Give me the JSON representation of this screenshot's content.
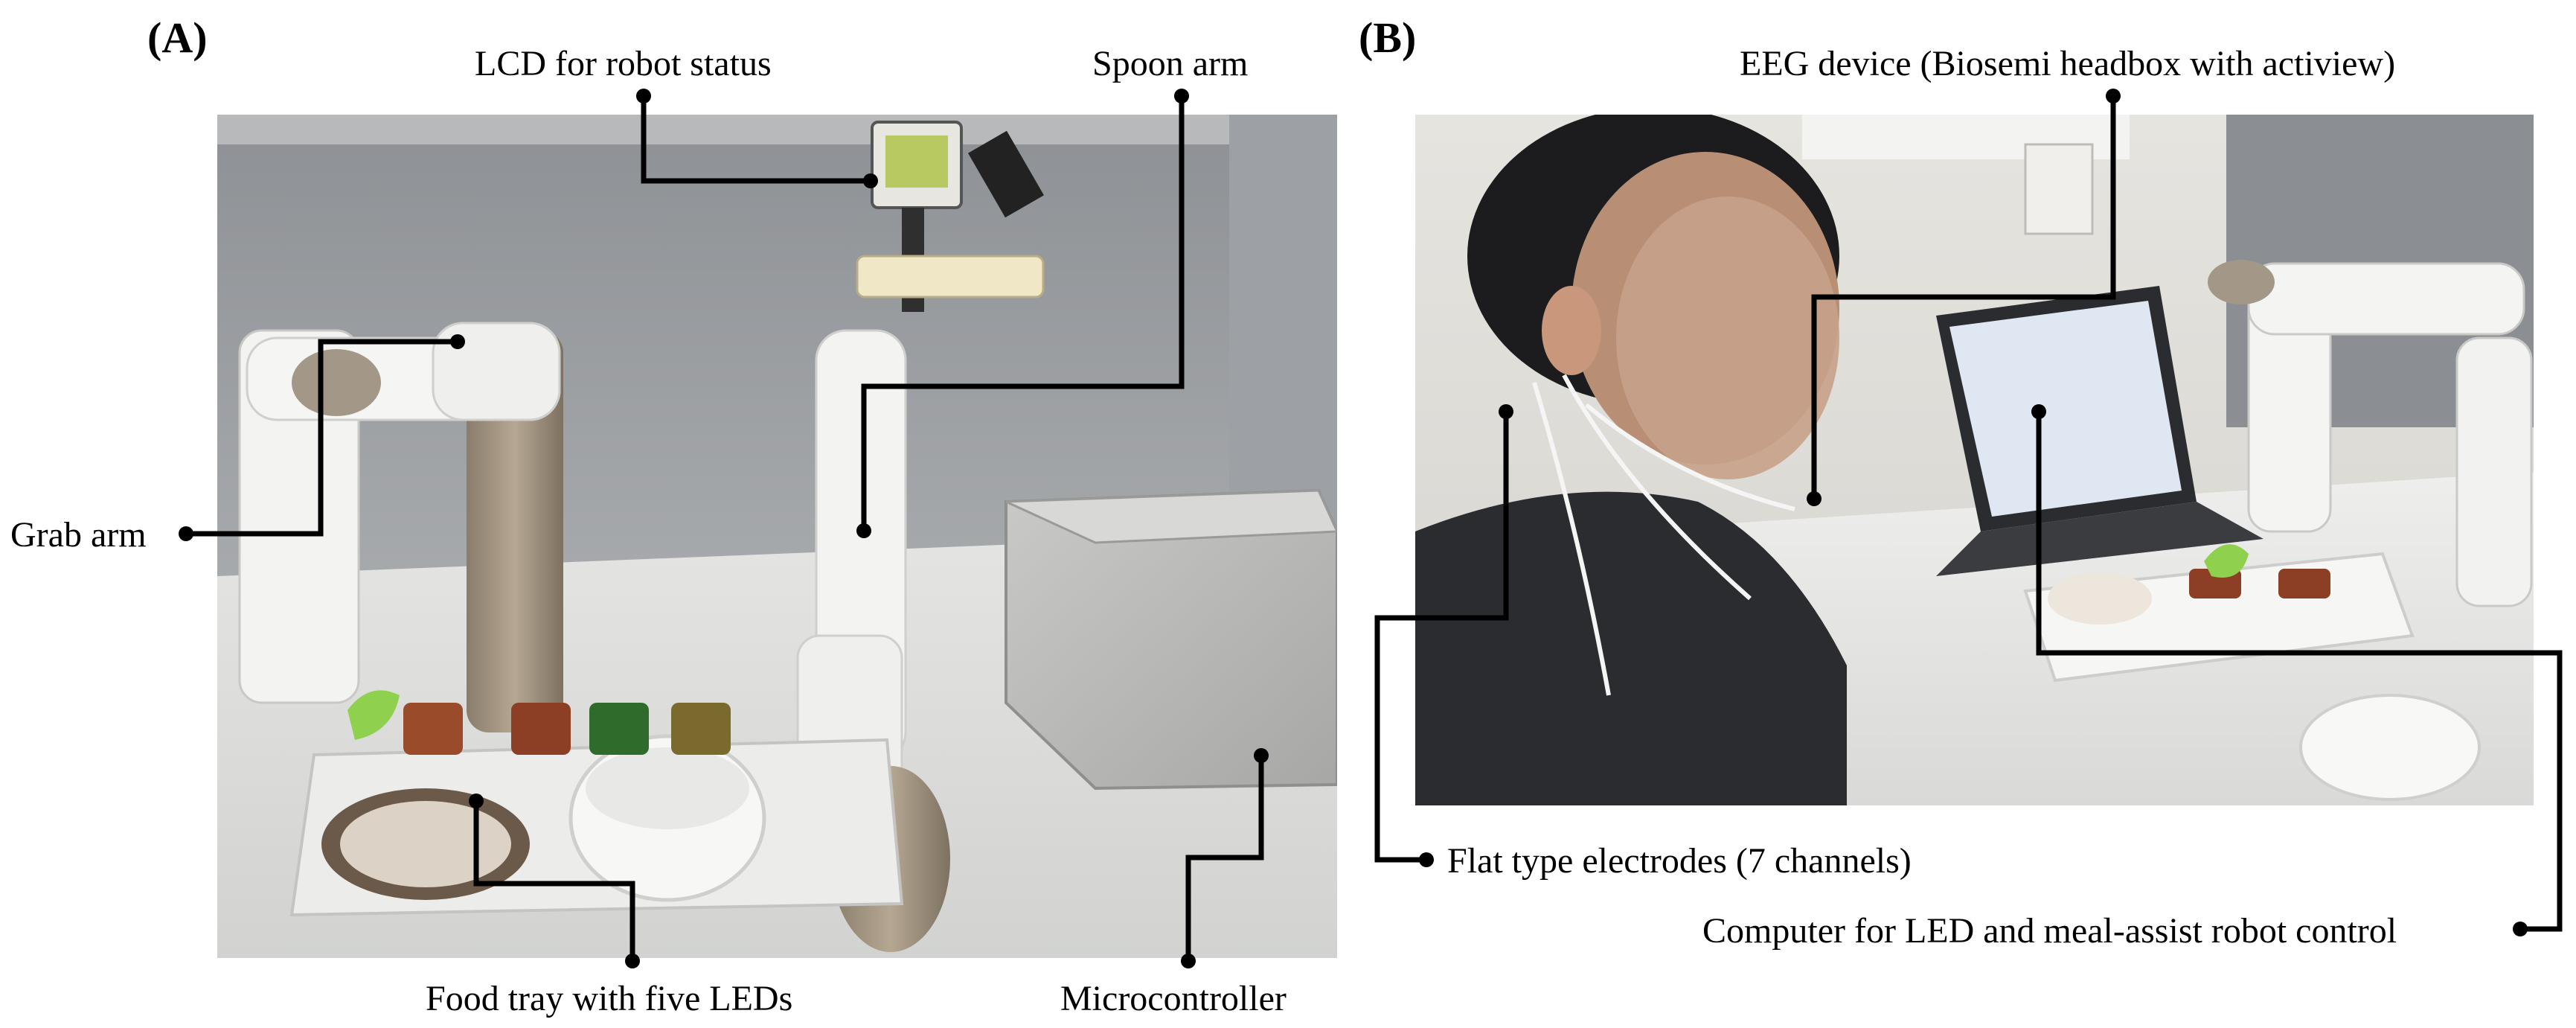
{
  "figure": {
    "panel_a": {
      "label": "(A)",
      "callouts": {
        "lcd": "LCD for robot status",
        "spoon_arm": "Spoon arm",
        "grab_arm": "Grab arm",
        "food_tray": "Food tray with five LEDs",
        "microcontroller": "Microcontroller"
      }
    },
    "panel_b": {
      "label": "(B)",
      "callouts": {
        "eeg": "EEG device (Biosemi headbox with actiview)",
        "electrodes": "Flat type electrodes (7 channels)",
        "computer": "Computer for LED and meal-assist robot control"
      }
    }
  }
}
